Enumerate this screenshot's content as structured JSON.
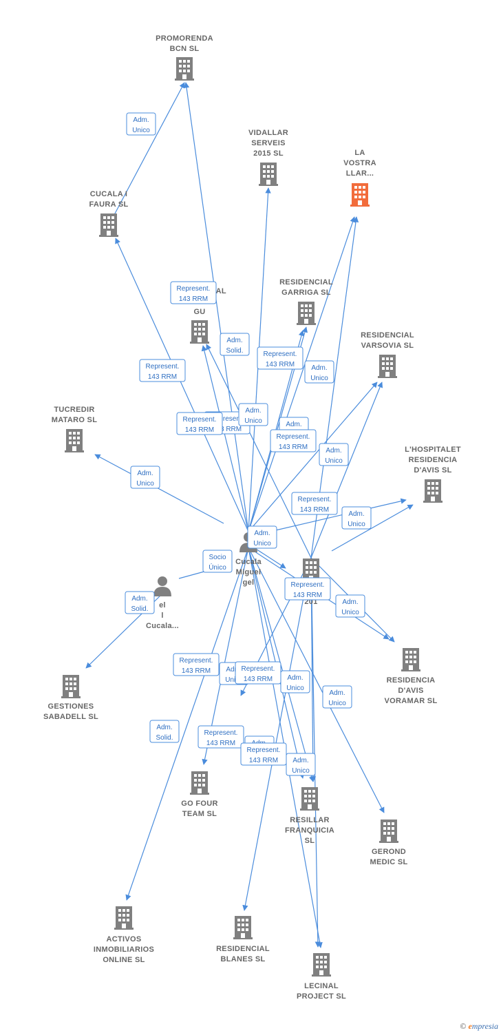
{
  "colors": {
    "edge": "#4a8cdc",
    "building": "#808080",
    "building_highlight": "#f26c3b",
    "person": "#808080",
    "label": "#666666"
  },
  "nodes": [
    {
      "id": "promorenda",
      "type": "company",
      "lines": [
        "PROMORENDA",
        "BCN  SL"
      ]
    },
    {
      "id": "vidallar",
      "type": "company",
      "lines": [
        "VIDALLAR",
        "SERVEIS",
        "2015  SL"
      ]
    },
    {
      "id": "lavostra",
      "type": "company",
      "highlight": true,
      "lines": [
        "LA",
        "VOSTRA",
        "LLAR..."
      ]
    },
    {
      "id": "cucala_faura",
      "type": "company",
      "lines": [
        "CUCALA I",
        "FAURA SL"
      ]
    },
    {
      "id": "res_garriga",
      "type": "company",
      "lines": [
        "RESIDENCIAL",
        "GARRIGA  SL"
      ]
    },
    {
      "id": "res_pgu",
      "type": "company",
      "lines": [
        "RESIDENCIAL",
        "P",
        "GU"
      ]
    },
    {
      "id": "res_varsovia",
      "type": "company",
      "lines": [
        "RESIDENCIAL",
        "VARSOVIA  SL"
      ]
    },
    {
      "id": "tucredir",
      "type": "company",
      "lines": [
        "TUCREDIR",
        "MATARO SL"
      ]
    },
    {
      "id": "hospitalet",
      "type": "company",
      "lines": [
        "L'HOSPITALET",
        "RESIDENCIA",
        "D'AVIS  SL"
      ]
    },
    {
      "id": "cucala_miguel",
      "type": "person",
      "lines": [
        "Cucala",
        "Miguel",
        "gel"
      ]
    },
    {
      "id": "person2",
      "type": "person",
      "lines": [
        "el",
        "l",
        "Cucala..."
      ]
    },
    {
      "id": "prom2015",
      "type": "company",
      "lines": [
        "PROM",
        "201"
      ]
    },
    {
      "id": "gestiones",
      "type": "company",
      "lines": [
        "GESTIONES",
        "SABADELL SL"
      ]
    },
    {
      "id": "voramar",
      "type": "company",
      "lines": [
        "RESIDENCIA",
        "D'AVIS",
        "VORAMAR SL"
      ]
    },
    {
      "id": "gofour",
      "type": "company",
      "lines": [
        "GO FOUR",
        "TEAM  SL"
      ]
    },
    {
      "id": "resillar",
      "type": "company",
      "lines": [
        "RESILLAR",
        "FRANQUICIA",
        "SL"
      ]
    },
    {
      "id": "gerond",
      "type": "company",
      "lines": [
        "GEROND",
        "MEDIC SL"
      ]
    },
    {
      "id": "activos",
      "type": "company",
      "lines": [
        "ACTIVOS",
        "INMOBILIARIOS",
        "ONLINE SL"
      ]
    },
    {
      "id": "res_blanes",
      "type": "company",
      "lines": [
        "RESIDENCIAL",
        "BLANES  SL"
      ]
    },
    {
      "id": "lecinal",
      "type": "company",
      "lines": [
        "LECINAL",
        "PROJECT SL"
      ]
    }
  ],
  "edge_labels": [
    [
      "Adm.",
      "Unico"
    ],
    [
      "Represent.",
      "143 RRM"
    ],
    [
      "Adm.",
      "Solid."
    ],
    [
      "Represent.",
      "143 RRM"
    ],
    [
      "Represent.",
      "143 RRM"
    ],
    [
      "Adm.",
      "Unico"
    ],
    [
      "Represent.",
      "143 RRM"
    ],
    [
      "Represent.",
      "143 RRM"
    ],
    [
      "Adm.",
      "Unico"
    ],
    [
      "Adm.",
      "Unico"
    ],
    [
      "Represent.",
      "143 RRM"
    ],
    [
      "Adm.",
      "Unico"
    ],
    [
      "Adm.",
      "Unico"
    ],
    [
      "Represent.",
      "143 RRM"
    ],
    [
      "Adm.",
      "Unico"
    ],
    [
      "Adm.",
      "Unico"
    ],
    [
      "Socio",
      "Único"
    ],
    [
      "Adm.",
      "Solid."
    ],
    [
      "Represent.",
      "143 RRM"
    ],
    [
      "Adm.",
      "Unico"
    ],
    [
      "Represent.",
      "143 RRM"
    ],
    [
      "Adm.",
      "Unico"
    ],
    [
      "Represent.",
      "143 RRM"
    ],
    [
      "Adm.",
      "Unico"
    ],
    [
      "Adm.",
      "Unico"
    ],
    [
      "Adm.",
      "Solid."
    ],
    [
      "Represent.",
      "143 RRM"
    ],
    [
      "Adm.",
      "Unico"
    ],
    [
      "Represent.",
      "143 RRM"
    ],
    [
      "Adm.",
      "Unico"
    ]
  ],
  "footer": {
    "copyright": "©",
    "brand_e": "e",
    "brand_rest": "mpresia"
  }
}
